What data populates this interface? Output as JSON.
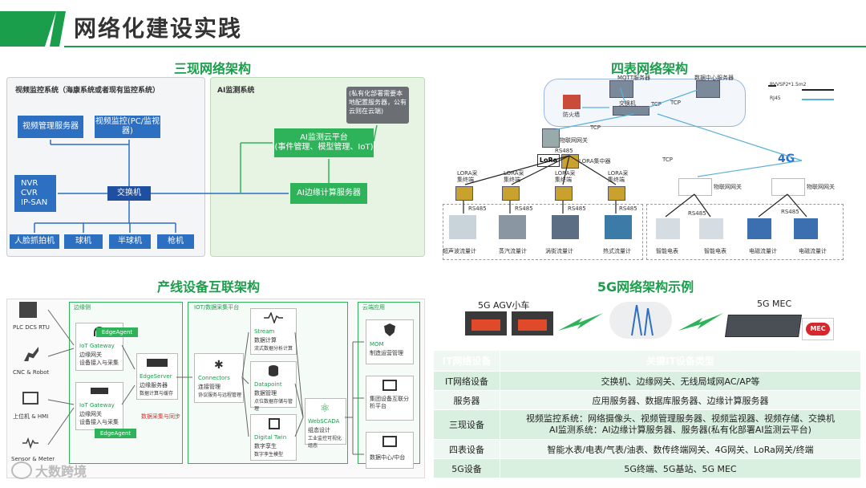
{
  "page": {
    "title": "网络化建设实践",
    "watermark": "大数跨境"
  },
  "sanxian": {
    "title": "三现网络架构",
    "left_panel_title": "视频监控系统（海康系统或者现有监控系统）",
    "right_panel_title": "AI监测系统",
    "note": "(私有化部署需要本地配置服务器，公有云则在云端)",
    "boxes": {
      "video_mgmt": "视频管理服务器",
      "video_monitor": "视频监控(PC/监视器)",
      "storage": [
        "NVR",
        "CVR",
        "IP-SAN"
      ],
      "switch": "交换机",
      "ai_cloud_l1": "AI监测云平台",
      "ai_cloud_l2": "(事件管理、模型管理、IoT)",
      "ai_edge": "AI边缘计算服务器",
      "cameras": [
        "人脸抓拍机",
        "球机",
        "半球机",
        "枪机"
      ]
    }
  },
  "sibiao": {
    "title": "四表网络架构",
    "legend": [
      "RVVSP2*1.5m2",
      "RJ45"
    ],
    "labels": {
      "mqtt": "MQTT服务器",
      "datacenter": "数据中心服务器",
      "firewall": "防火墙",
      "switch": "交换机",
      "tcp": "TCP",
      "iot_gw": "物联网网关",
      "rs485": "RS485",
      "lora": "LoRa",
      "lora_center": "LORA集中器",
      "lora_node": "LORA采集终端",
      "g4": "4G",
      "meters": [
        "超声波流量计",
        "蒸汽流量计",
        "涡街流量计",
        "热式流量计",
        "智能电表",
        "智能电表",
        "电磁流量计",
        "电磁流量计"
      ]
    }
  },
  "chanxian": {
    "title": "产线设备互联架构",
    "devices": [
      "PLC DCS RTU",
      "CNC & Robot",
      "上位机 & HMI",
      "Sensor & Meter"
    ],
    "edge_label": "边缘侧",
    "iot_label": "IOT/数据采集平台",
    "app_label": "云端应用",
    "edge_agent": "EdgeAgent",
    "gateway": [
      "IoT Gateway",
      "边缘网关",
      "设备接入与采集"
    ],
    "edge_server": [
      "EdgeServer",
      "边缘服务器",
      "数据计算与缓存"
    ],
    "edge_note": "数据采集与同步",
    "connectors": [
      "Connectors",
      "连接管理",
      "协议服务与远程管理"
    ],
    "stream": [
      "Stream",
      "数据计算",
      "流式数据分析计算"
    ],
    "datapoint": [
      "Datapoint",
      "数据管理",
      "点位数据存储与管理"
    ],
    "webscada": [
      "WebSCADA",
      "组态设计",
      "工业监控可视化组态"
    ],
    "twin": [
      "Digital Twin",
      "数字孪生",
      "数字孪生模型"
    ],
    "apps": [
      "MOM",
      "制造运营管理",
      "集团设备互联分析平台",
      "数据中心/中台"
    ]
  },
  "g5": {
    "title": "5G网络架构示例",
    "agv": "5G AGV小车",
    "mec": "5G MEC",
    "mec_logo": "MEC",
    "table": {
      "header": [
        "IT网络设备",
        "关键IT设备类型"
      ],
      "rows": [
        [
          "IT网络设备",
          "交换机、边缘网关、无线局域网AC/AP等"
        ],
        [
          "服务器",
          "应用服务器、数据库服务器、边缘计算服务器"
        ],
        [
          "三现设备",
          "视频监控系统：网络摄像头、视频管理服务器、视频监视器、视频存储、交换机",
          "AI监测系统：AI边缘计算服务器、服务器(私有化部署AI监测云平台)"
        ],
        [
          "四表设备",
          "智能水表/电表/气表/油表、数传终端网关、4G网关、LoRa网关/终端"
        ],
        [
          "5G设备",
          "5G终端、5G基站、5G MEC"
        ]
      ]
    }
  }
}
